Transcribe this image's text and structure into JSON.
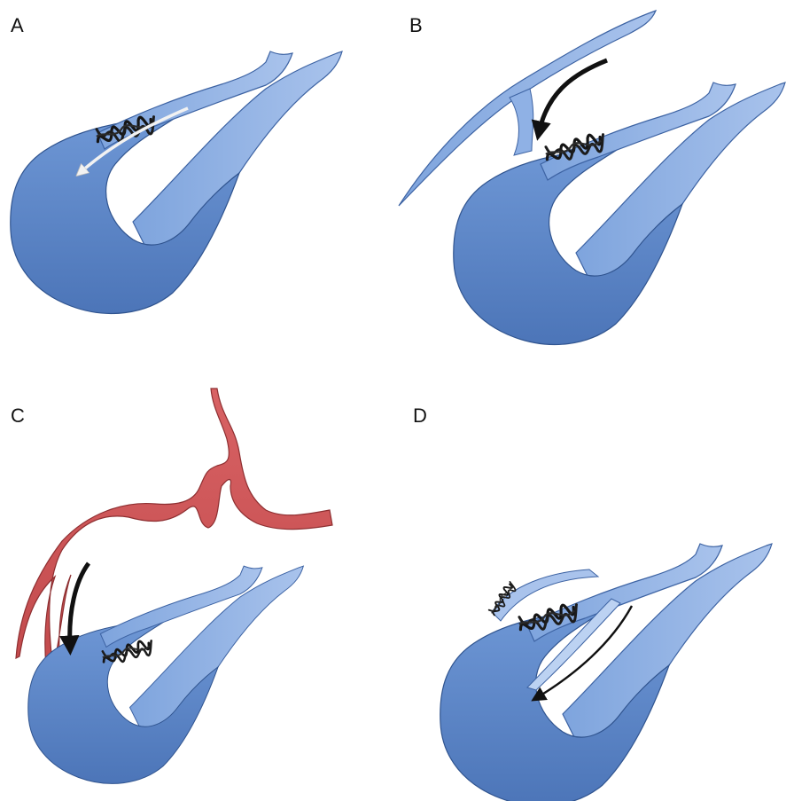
{
  "figure": {
    "panels": [
      {
        "id": "A",
        "label": "A"
      },
      {
        "id": "B",
        "label": "B"
      },
      {
        "id": "C",
        "label": "C"
      },
      {
        "id": "D",
        "label": "D"
      }
    ]
  },
  "colors": {
    "vessel": "#5b86c9",
    "vessel_dark": "#2d4f8a",
    "vessel_light": "#a9c3ec",
    "red_vessel": "#d0585a",
    "red_vessel_dark": "#8e2f31",
    "coil": "#161616",
    "arrow_white": "#f4f4f4",
    "arrow_black": "#111111"
  }
}
